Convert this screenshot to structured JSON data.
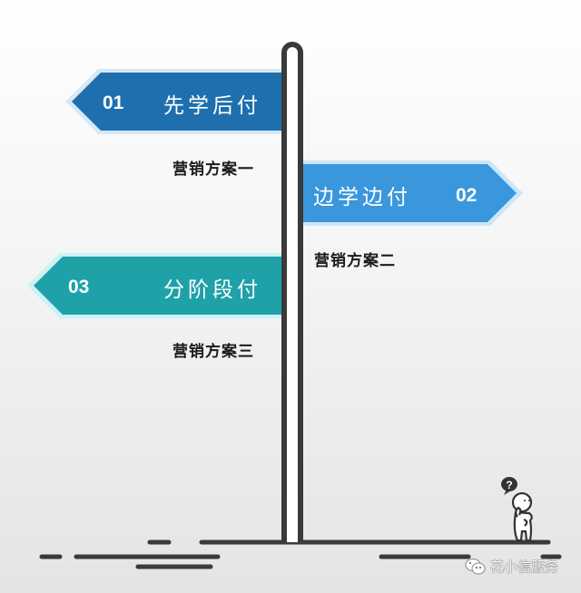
{
  "signs": [
    {
      "number": "01",
      "title": "先学后付",
      "caption": "营销方案一",
      "direction": "left",
      "color": "#1f6fae",
      "border_color": "#d6e9f8"
    },
    {
      "number": "02",
      "title": "边学边付",
      "caption": "营销方案二",
      "direction": "right",
      "color": "#3a97dc",
      "border_color": "#cde6f8"
    },
    {
      "number": "03",
      "title": "分阶段付",
      "caption": "营销方案三",
      "direction": "left",
      "color": "#1ea2a8",
      "border_color": "#cdf2f5"
    }
  ],
  "pole_color": "#3a3a3a",
  "figure": {
    "icon": "question-mark-icon",
    "bubble_text": "?"
  },
  "watermark": {
    "icon": "wechat-icon",
    "text": "花小信服务"
  }
}
